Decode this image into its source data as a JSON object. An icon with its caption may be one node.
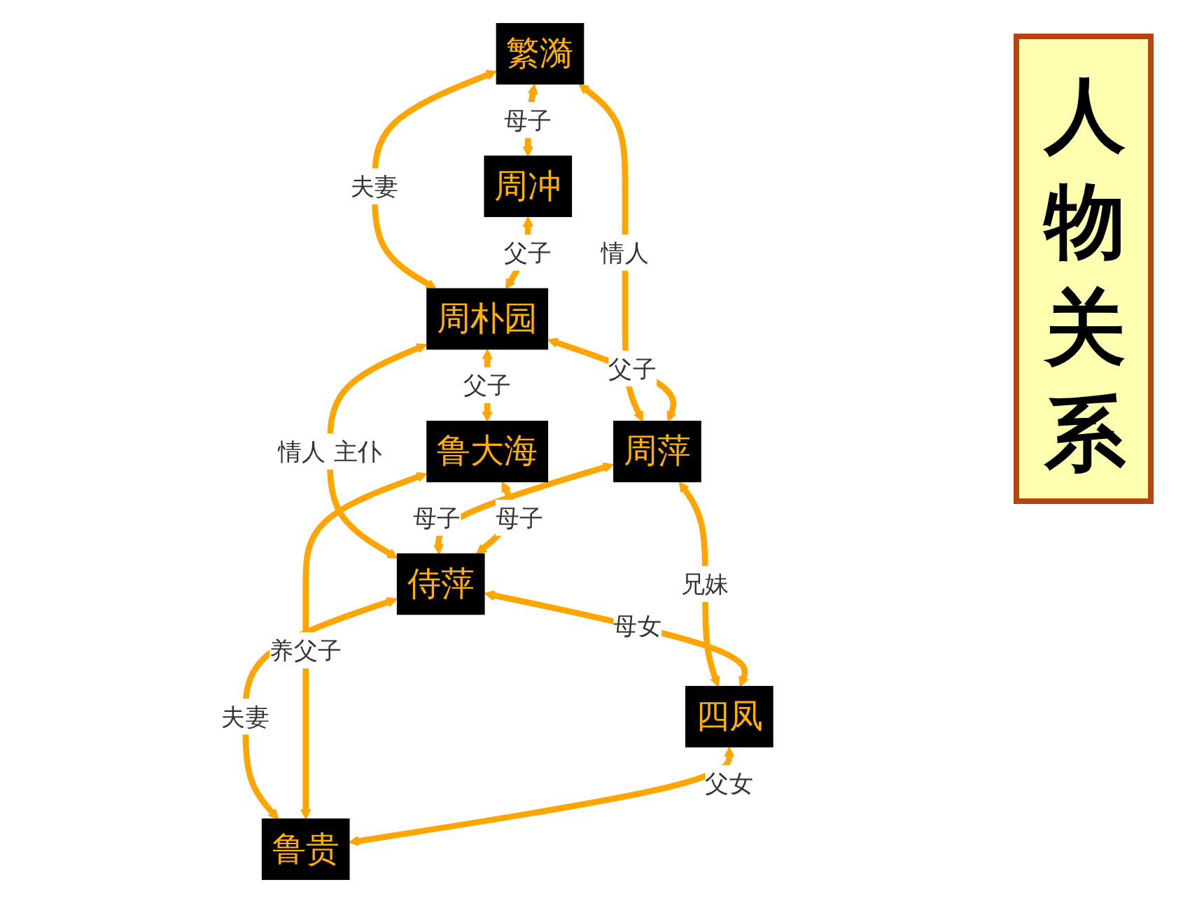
{
  "diagram": {
    "title": "人物关系",
    "nodes": [
      {
        "text": [
          "繁漪"
        ]
      },
      {
        "text": [
          "周冲"
        ]
      },
      {
        "text": [
          "周朴园"
        ]
      },
      {
        "text": [
          "周萍"
        ]
      },
      {
        "text": [
          "鲁大海"
        ]
      },
      {
        "text": [
          "侍萍"
        ]
      },
      {
        "text": [
          "四凤"
        ]
      },
      {
        "text": [
          "鲁贵"
        ]
      }
    ],
    "edges": [
      {
        "from": 0,
        "to": 1,
        "arrow": "both",
        "label": "母子"
      },
      {
        "from": 0,
        "to": 2,
        "arrow": "both",
        "label": "夫妻"
      },
      {
        "from": 0,
        "to": 3,
        "arrow": "both",
        "label": "情人"
      },
      {
        "from": 1,
        "to": 2,
        "arrow": "both",
        "label": "父子"
      },
      {
        "from": 2,
        "to": 3,
        "arrow": "both",
        "label": "父子"
      },
      {
        "from": 2,
        "to": 4,
        "arrow": "both",
        "label": "父子"
      },
      {
        "from": 2,
        "to": 5,
        "arrow": "both",
        "label": "情人 主仆"
      },
      {
        "from": 3,
        "to": 5,
        "arrow": "both",
        "label": "母子"
      },
      {
        "from": 3,
        "to": 6,
        "arrow": "both",
        "label": "兄妹"
      },
      {
        "from": 4,
        "to": 5,
        "arrow": "both",
        "label": "母子"
      },
      {
        "from": 5,
        "to": 6,
        "arrow": "both",
        "label": "母女"
      },
      {
        "from": 5,
        "to": 7,
        "arrow": "both",
        "label": "夫妻"
      },
      {
        "from": 4,
        "to": 7,
        "arrow": "both",
        "label": "养父子"
      },
      {
        "from": 6,
        "to": 7,
        "arrow": "both",
        "label": "父女"
      }
    ]
  }
}
